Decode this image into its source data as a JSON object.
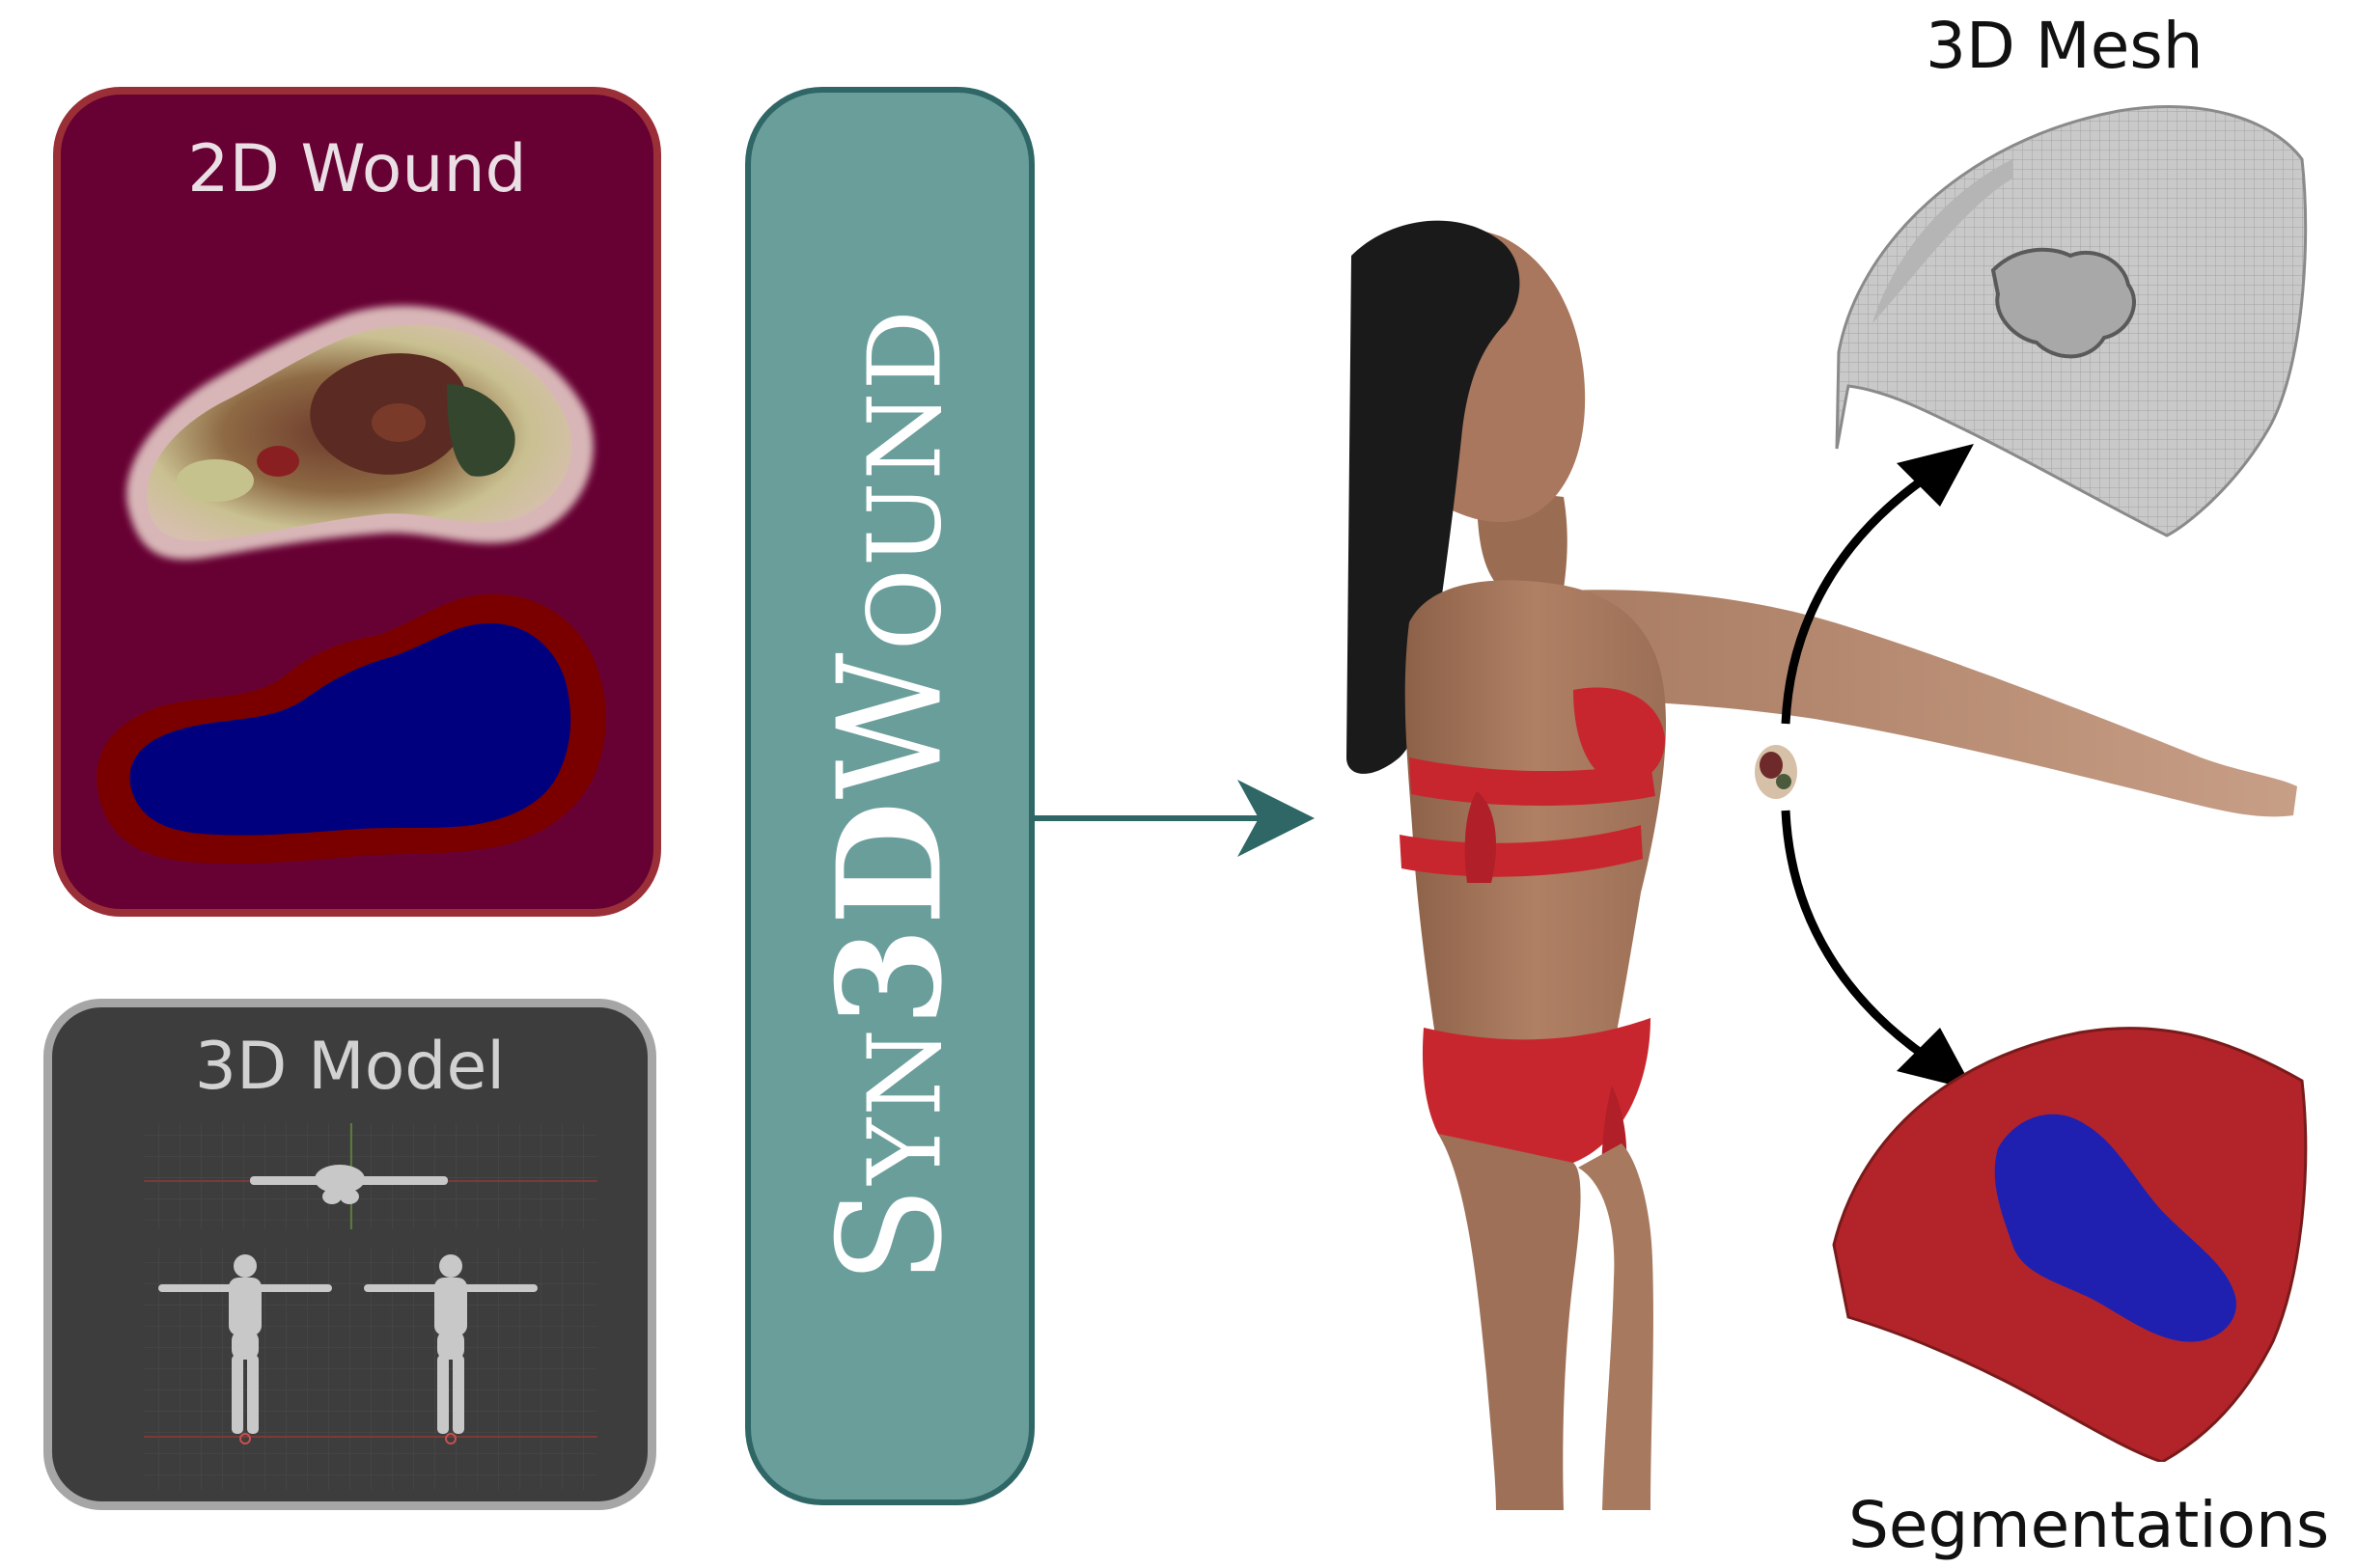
{
  "panels": {
    "wound_2d": {
      "title": "2D Wound"
    },
    "model_3d": {
      "title": "3D Model"
    }
  },
  "pipeline": {
    "name": "Syn3DWound",
    "name_parts": {
      "s": "S",
      "yn": "YN",
      "three_d": "3D",
      "w": "W",
      "ound": "OUND"
    }
  },
  "outputs": {
    "mesh": {
      "label": "3D Mesh"
    },
    "segmentation": {
      "label": "Segmentations"
    }
  },
  "colors": {
    "wound_panel_bg": "#670033",
    "wound_panel_border": "#9a2f37",
    "model_panel_bg": "#3d3d3d",
    "model_panel_border": "#a6a6a6",
    "pipeline_bg": "#6a9e9b",
    "pipeline_border": "#2f6767",
    "arrow_teal": "#2f6767",
    "segmentation_wound": "#00007f",
    "segmentation_border": "#7a0000",
    "segmentation_skin": "#b3242a",
    "bikini": "#c8262e"
  }
}
